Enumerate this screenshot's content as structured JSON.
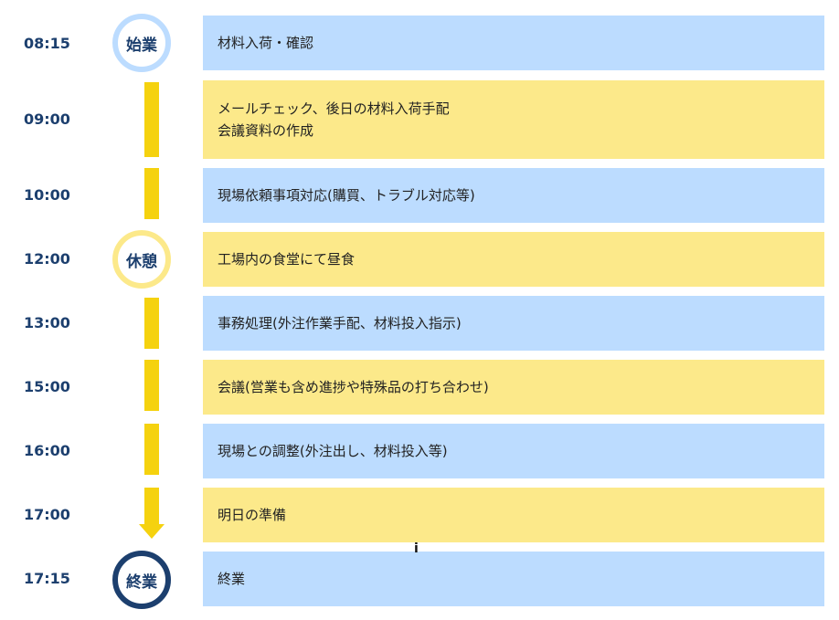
{
  "timeline": {
    "badges": {
      "start": "始業",
      "rest": "休憩",
      "end": "終業"
    },
    "rows": [
      {
        "time": "08:15",
        "lines": [
          "材料入荷・確認"
        ]
      },
      {
        "time": "09:00",
        "lines": [
          "メールチェック、後日の材料入荷手配",
          "会議資料の作成"
        ]
      },
      {
        "time": "10:00",
        "lines": [
          "現場依頼事項対応(購買、トラブル対応等)"
        ]
      },
      {
        "time": "12:00",
        "lines": [
          "工場内の食堂にて昼食"
        ]
      },
      {
        "time": "13:00",
        "lines": [
          "事務処理(外注作業手配、材料投入指示)"
        ]
      },
      {
        "time": "15:00",
        "lines": [
          "会議(営業も含め進捗や特殊品の打ち合わせ)"
        ]
      },
      {
        "time": "16:00",
        "lines": [
          "現場との調整(外注出し、材料投入等)"
        ]
      },
      {
        "time": "17:00",
        "lines": [
          "明日の準備"
        ]
      },
      {
        "time": "17:15",
        "lines": [
          "終業"
        ]
      }
    ]
  },
  "colors": {
    "blue": "#bcdcff",
    "yellow": "#fce98a",
    "navy": "#1c3f6e",
    "line": "#f5d20f"
  },
  "cursor": "i"
}
